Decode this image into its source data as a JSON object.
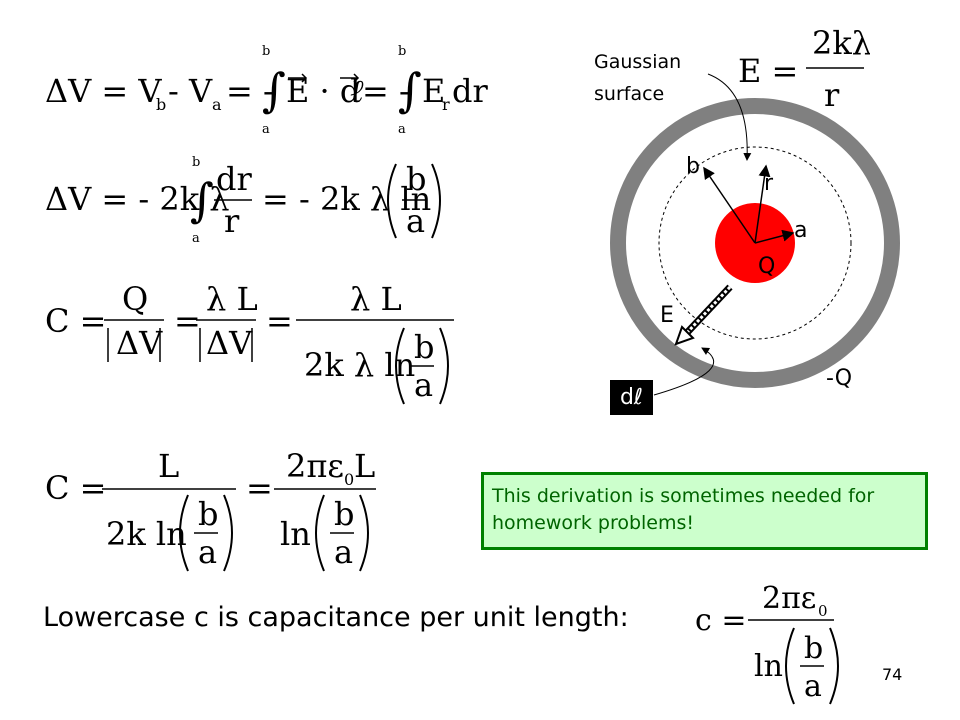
{
  "equations": {
    "delta_v_integral": "ΔV = Vb - Va = - ∫ E·dℓ = - ∫ Er dr",
    "delta_v_log": "ΔV = - 2k λ ∫ dr/r = - 2k λ ln(b/a)",
    "capacitance_1": "C = Q/|ΔV| = λL/|ΔV| = λL / (2k λ ln(b/a))",
    "capacitance_2": "C = L / (2k ln(b/a)) = 2πε0L / ln(b/a)",
    "field": "E = 2kλ / r",
    "per_length": "c = 2πε0 / ln(b/a)"
  },
  "diagram": {
    "gaussian_label_1": "Gaussian",
    "gaussian_label_2": "surface",
    "label_b": "b",
    "label_r": "r",
    "label_a": "a",
    "label_Q": "Q",
    "label_E": "E",
    "label_negQ": "-Q",
    "label_dl": "dℓ",
    "colors": {
      "shell": "#808080",
      "core": "#ff0000",
      "note_bg": "#ccffcc",
      "note_border": "#008000",
      "note_text": "#006400"
    }
  },
  "note": "This derivation is sometimes needed for homework problems!",
  "bottom_text": "Lowercase c is capacitance per unit length:",
  "page_number": "74"
}
